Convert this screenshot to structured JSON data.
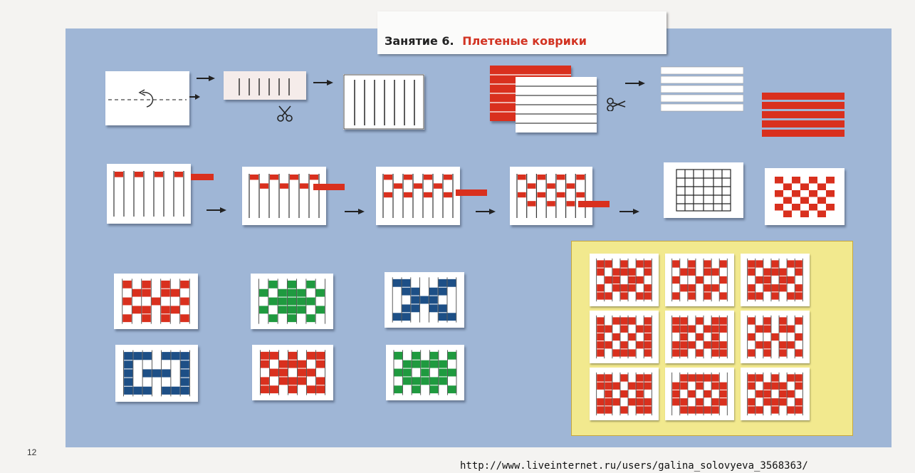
{
  "header": {
    "lesson_number": "Занятие 6.",
    "lesson_title": "Плетеные коврики"
  },
  "page_number": "12",
  "source_url": "http://www.liveinternet.ru/users/galina_solovyeva_3568363/",
  "colors": {
    "background": "#9fb6d6",
    "red": "#d9301e",
    "green": "#1f9a3f",
    "blue": "#1d4f86",
    "mat_frame": "#f2e98e"
  },
  "icons": [
    "scissors-icon",
    "fold-arrow-icon",
    "right-arrow-icon"
  ],
  "small_patterns": [
    {
      "name": "red",
      "color": "#d9301e"
    },
    {
      "name": "green",
      "color": "#1f9a3f"
    },
    {
      "name": "blue",
      "color": "#1d4f86"
    },
    {
      "name": "blue",
      "color": "#1d4f86"
    },
    {
      "name": "red",
      "color": "#d9301e"
    },
    {
      "name": "green",
      "color": "#1f9a3f"
    }
  ],
  "mat": {
    "rows": 3,
    "cols": 3,
    "color": "#d9301e"
  }
}
